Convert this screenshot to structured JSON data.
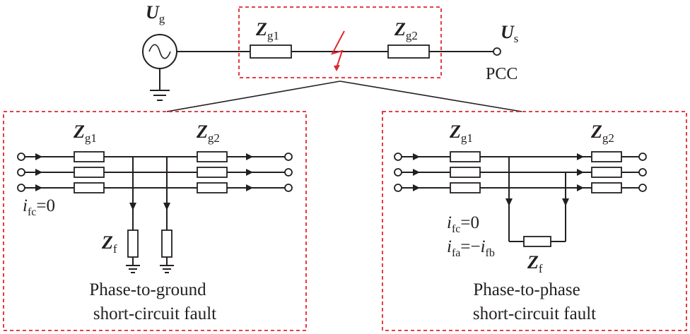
{
  "top": {
    "source_symbol": "U",
    "source_sub": "g",
    "zg1_symbol": "Z",
    "zg1_sub": "g1",
    "zg2_symbol": "Z",
    "zg2_sub": "g2",
    "us_symbol": "U",
    "us_sub": "s",
    "pcc_label": "PCC"
  },
  "left_panel": {
    "zg1_symbol": "Z",
    "zg1_sub": "g1",
    "zg2_symbol": "Z",
    "zg2_sub": "g2",
    "ifc_i": "i",
    "ifc_sub": "fc",
    "ifc_eq": "=0",
    "zf_symbol": "Z",
    "zf_sub": "f",
    "caption_line1": "Phase-to-ground",
    "caption_line2": "short-circuit fault"
  },
  "right_panel": {
    "zg1_symbol": "Z",
    "zg1_sub": "g1",
    "zg2_symbol": "Z",
    "zg2_sub": "g2",
    "ifc_i": "i",
    "ifc_sub": "fc",
    "ifc_eq": "=0",
    "ifa_i": "i",
    "ifa_sub": "fa",
    "ifa_eq": "=−",
    "ifb_i": "i",
    "ifb_sub": "fb",
    "zf_symbol": "Z",
    "zf_sub": "f",
    "caption_line1": "Phase-to-phase",
    "caption_line2": "short-circuit fault"
  },
  "colors": {
    "line": "#231f20",
    "fault_box": "#e1262d",
    "fault_symbol": "#e1262d"
  }
}
